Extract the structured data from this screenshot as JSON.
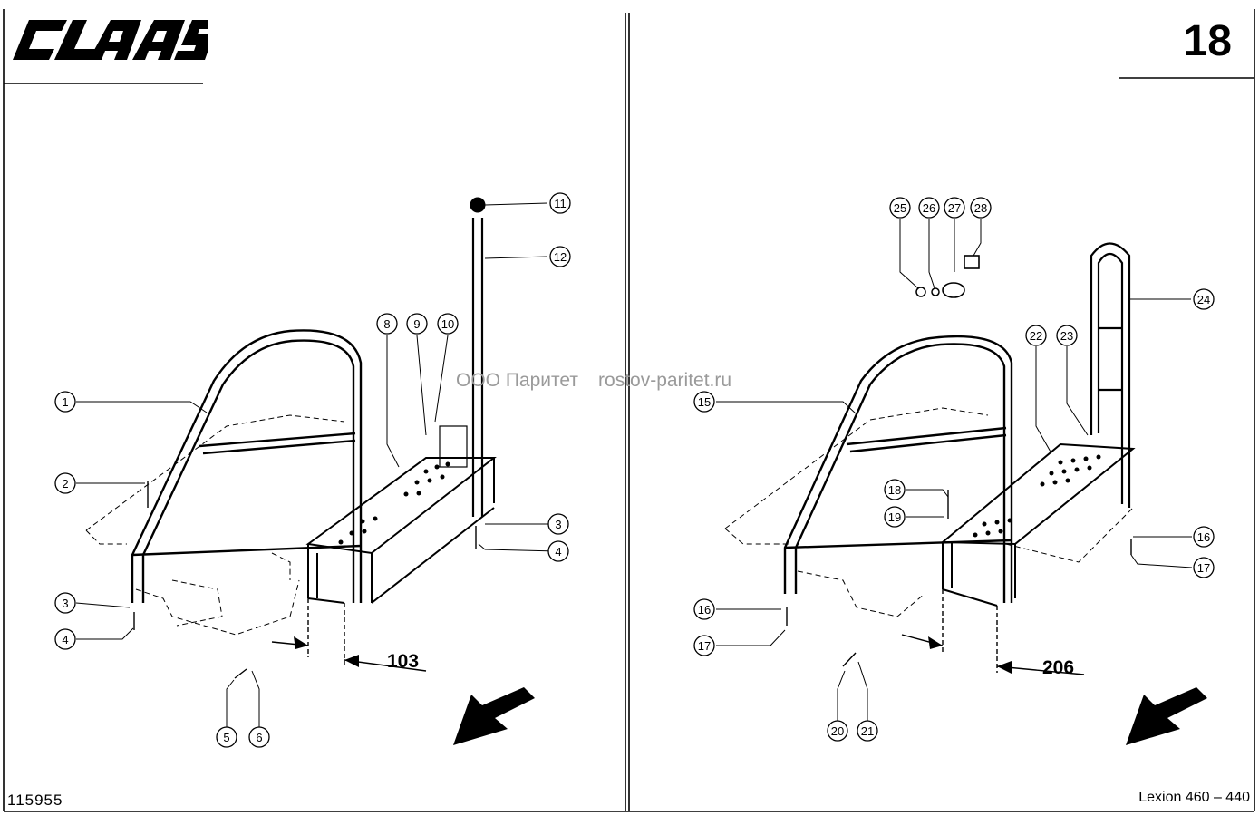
{
  "header": {
    "brand": "CLAAS",
    "page_number": "18"
  },
  "footer": {
    "drawing_number": "115955",
    "model": "Lexion 460 – 440"
  },
  "watermark": {
    "company": "ООО Паритет",
    "site": "rostov-paritet.ru"
  },
  "left_view": {
    "callouts": [
      "1",
      "2",
      "3",
      "4",
      "3",
      "4",
      "5",
      "6",
      "8",
      "9",
      "10",
      "11",
      "12"
    ],
    "dimension": "103"
  },
  "right_view": {
    "callouts": [
      "15",
      "16",
      "17",
      "16",
      "17",
      "18",
      "19",
      "20",
      "21",
      "22",
      "23",
      "24",
      "25",
      "26",
      "27",
      "28"
    ],
    "dimension": "206"
  }
}
